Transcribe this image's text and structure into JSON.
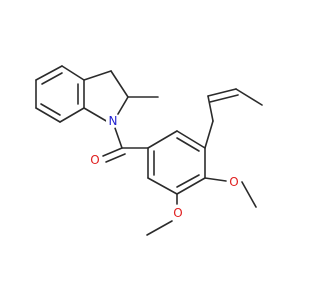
{
  "molecule": {
    "atoms": {
      "n": "N",
      "o_carbonyl": "O",
      "o_methoxy_para": "O",
      "o_methoxy_meta": "O"
    },
    "colors": {
      "bond": "#2b2b2b",
      "nitrogen": "#1f1fd0",
      "oxygen": "#e02020"
    }
  }
}
